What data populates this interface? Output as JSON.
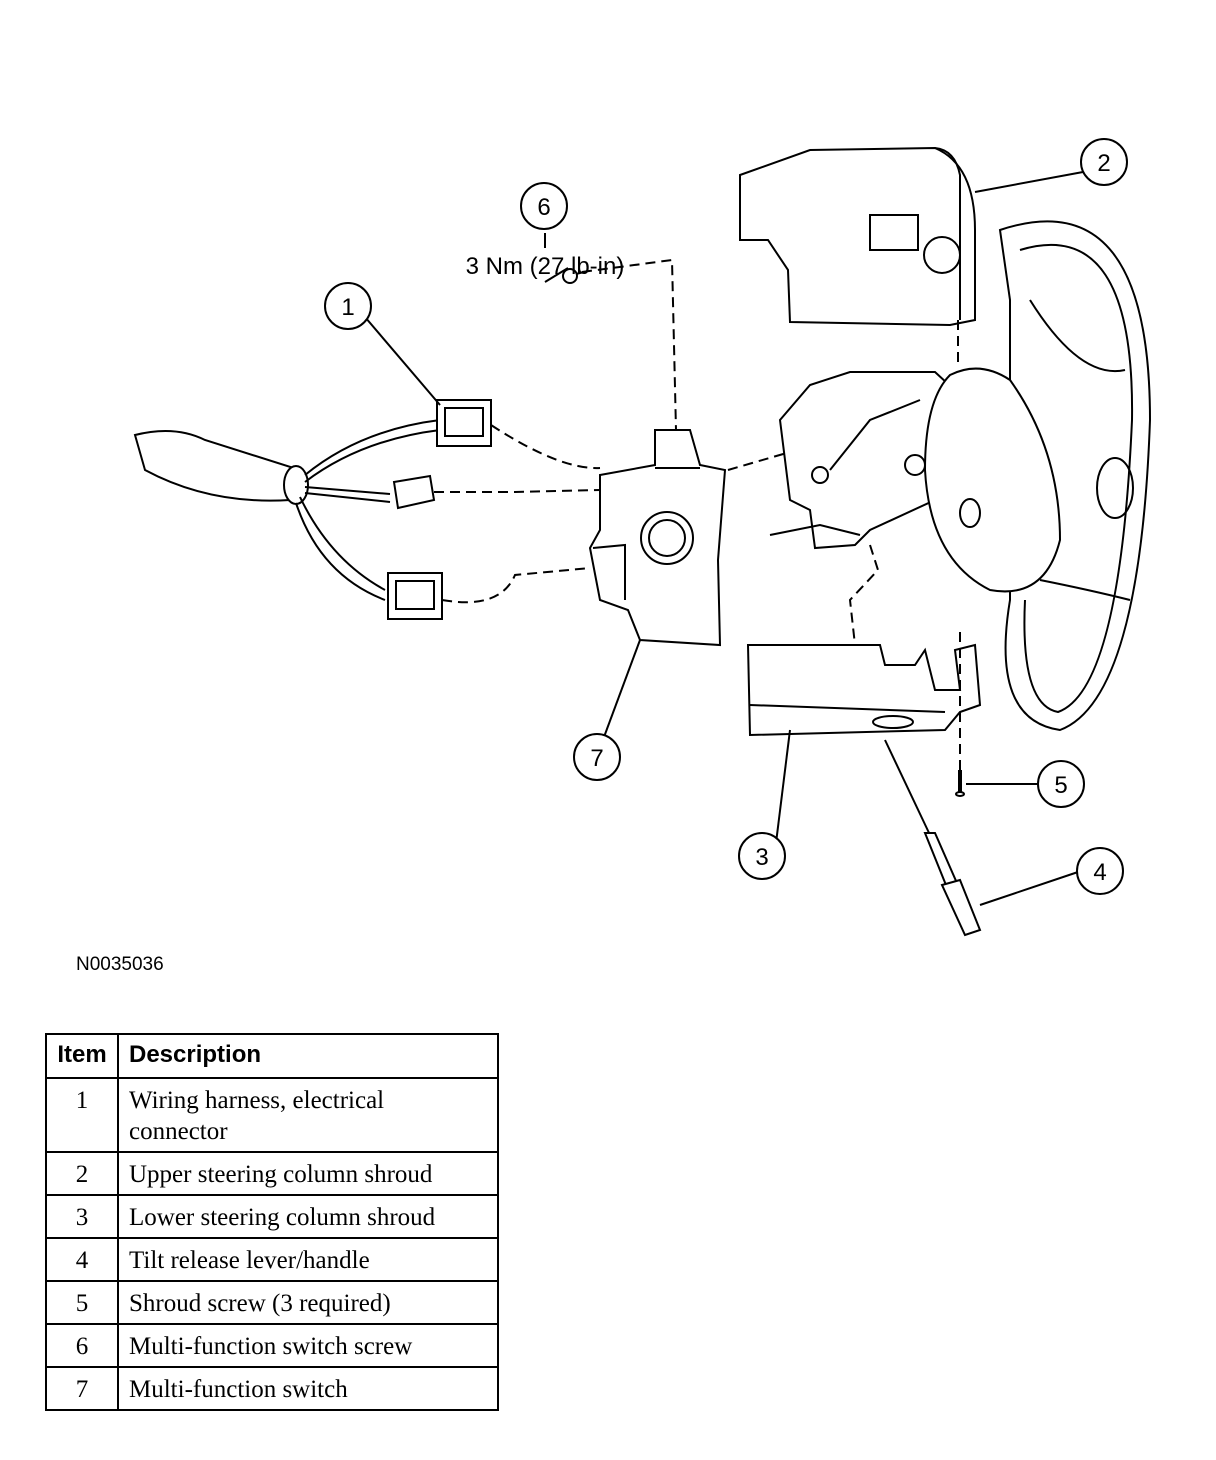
{
  "diagram": {
    "torque_spec": "3 Nm (27 lb-in)",
    "callouts": [
      "1",
      "2",
      "3",
      "4",
      "5",
      "6",
      "7"
    ],
    "figure_id": "N0035036"
  },
  "legend": {
    "headers": {
      "item": "Item",
      "description": "Description"
    },
    "rows": [
      {
        "item": "1",
        "description": "Wiring harness, electrical connector"
      },
      {
        "item": "2",
        "description": "Upper steering column shroud"
      },
      {
        "item": "3",
        "description": "Lower steering column shroud"
      },
      {
        "item": "4",
        "description": "Tilt release lever/handle"
      },
      {
        "item": "5",
        "description": "Shroud screw (3 required)"
      },
      {
        "item": "6",
        "description": "Multi-function switch screw"
      },
      {
        "item": "7",
        "description": "Multi-function switch"
      }
    ]
  }
}
